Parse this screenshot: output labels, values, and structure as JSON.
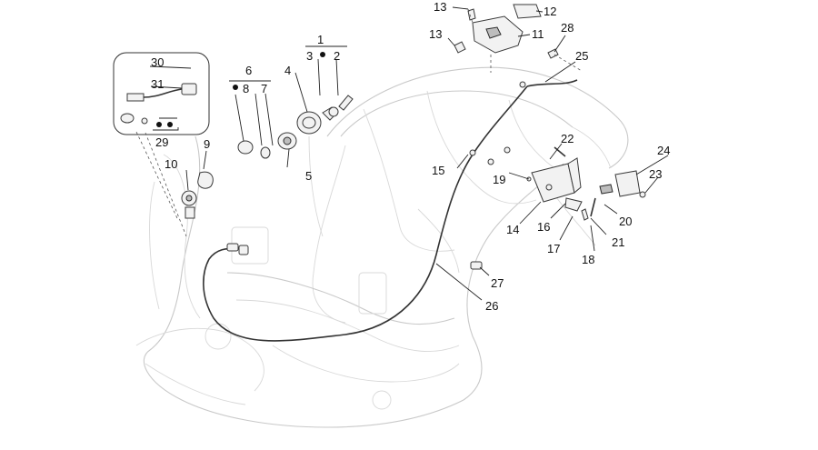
{
  "diagram": {
    "callouts": [
      {
        "id": "c1",
        "label": "1"
      },
      {
        "id": "c2",
        "label": "2"
      },
      {
        "id": "c3",
        "label": "3"
      },
      {
        "id": "c4",
        "label": "4"
      },
      {
        "id": "c5",
        "label": "5"
      },
      {
        "id": "c6",
        "label": "6"
      },
      {
        "id": "c7",
        "label": "7"
      },
      {
        "id": "c8",
        "label": "8"
      },
      {
        "id": "c9",
        "label": "9"
      },
      {
        "id": "c10",
        "label": "10"
      },
      {
        "id": "c11",
        "label": "11"
      },
      {
        "id": "c12",
        "label": "12"
      },
      {
        "id": "c13a",
        "label": "13"
      },
      {
        "id": "c13b",
        "label": "13"
      },
      {
        "id": "c14",
        "label": "14"
      },
      {
        "id": "c15",
        "label": "15"
      },
      {
        "id": "c16",
        "label": "16"
      },
      {
        "id": "c17",
        "label": "17"
      },
      {
        "id": "c18",
        "label": "18"
      },
      {
        "id": "c19",
        "label": "19"
      },
      {
        "id": "c20",
        "label": "20"
      },
      {
        "id": "c21",
        "label": "21"
      },
      {
        "id": "c22",
        "label": "22"
      },
      {
        "id": "c23",
        "label": "23"
      },
      {
        "id": "c24",
        "label": "24"
      },
      {
        "id": "c25",
        "label": "25"
      },
      {
        "id": "c26",
        "label": "26"
      },
      {
        "id": "c27",
        "label": "27"
      },
      {
        "id": "c28",
        "label": "28"
      },
      {
        "id": "c29",
        "label": "29"
      },
      {
        "id": "c30",
        "label": "30"
      },
      {
        "id": "c31",
        "label": "31"
      }
    ]
  }
}
